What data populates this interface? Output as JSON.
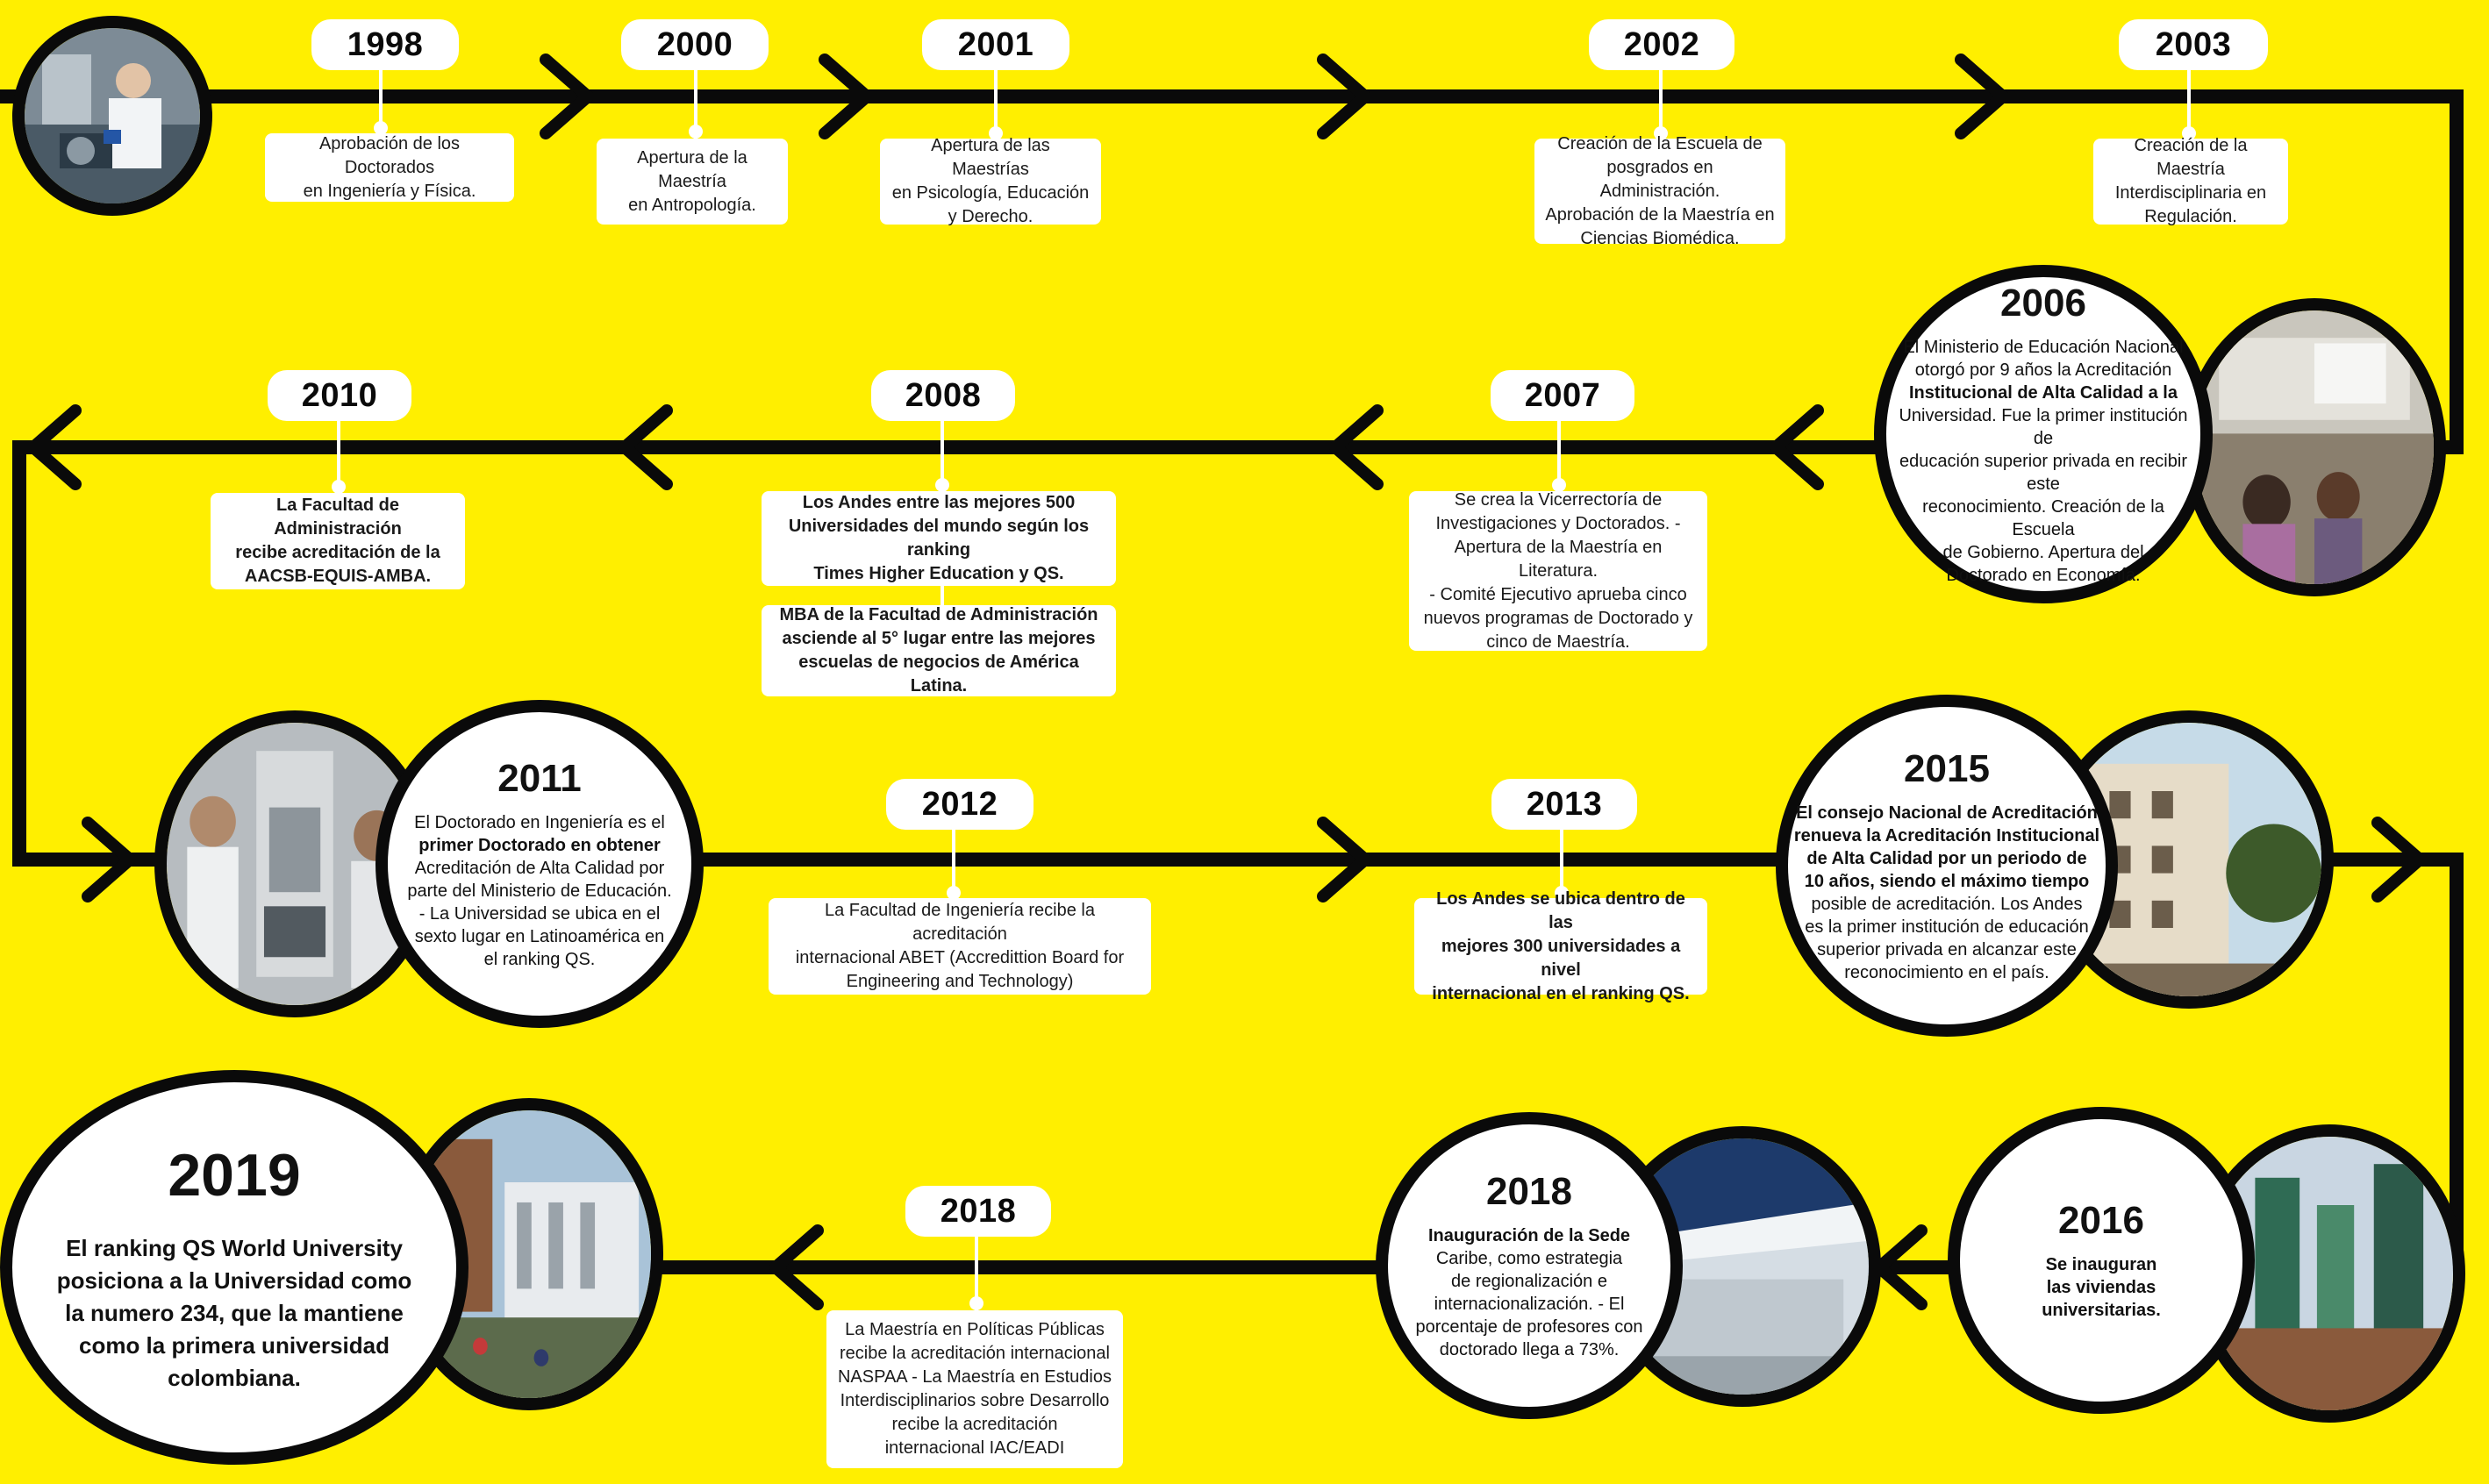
{
  "colors": {
    "background": "#ffef00",
    "line": "#0a0a0a",
    "box": "#ffffff",
    "text": "#111111"
  },
  "row1": {
    "pills": [
      "1998",
      "2000",
      "2001",
      "2002",
      "2003"
    ],
    "boxes": [
      [
        "Aprobación de los Doctorados",
        "en Ingeniería y Física."
      ],
      [
        "Apertura de la",
        "Maestría",
        "en Antropología."
      ],
      [
        "Apertura de las Maestrías",
        "en Psicología, Educación",
        "y Derecho."
      ],
      [
        "Creación de la Escuela de",
        "posgrados en Administración.",
        "Aprobación de la Maestría en",
        "Ciencias Biomédica."
      ],
      [
        "Creación de la Maestría",
        "Interdisciplinaria en",
        "Regulación."
      ]
    ]
  },
  "row2": {
    "pills": [
      "2010",
      "2008",
      "2007"
    ],
    "box_2010": [
      "La Facultad de Administración",
      "recibe acreditación de la",
      "AACSB-EQUIS-AMBA."
    ],
    "box_2008a": [
      "Los Andes entre las mejores 500",
      "Universidades del mundo según los ranking",
      "Times Higher Education y QS."
    ],
    "box_2008b": [
      "MBA de la Facultad de Administración",
      "asciende al 5° lugar entre las mejores",
      "escuelas de negocios de América Latina."
    ],
    "box_2007": [
      "Se crea la Vicerrectoría de",
      "Investigaciones y Doctorados. -",
      "Apertura de la Maestría en Literatura.",
      "- Comité Ejecutivo aprueba cinco",
      "nuevos programas de Doctorado y",
      "cinco de Maestría."
    ],
    "circle_2006": {
      "year": "2006",
      "lines": [
        {
          "text": "El Ministerio de Educación Nacional",
          "bold": false
        },
        {
          "text": "otorgó por 9 años la Acreditación",
          "bold": false
        },
        {
          "text": "Institucional de Alta Calidad a la",
          "bold": true
        },
        {
          "text": "Universidad. Fue la primer institución de",
          "bold": false
        },
        {
          "text": "educación superior privada en recibir este",
          "bold": false
        },
        {
          "text": "reconocimiento. Creación de la Escuela",
          "bold": false
        },
        {
          "text": "de Gobierno.  Apertura del",
          "bold": false
        },
        {
          "text": "Doctorado en Economía.",
          "bold": false
        }
      ]
    }
  },
  "row3": {
    "pills": [
      "2012",
      "2013"
    ],
    "box_2012": [
      "La Facultad de Ingeniería recibe la acreditación",
      "internacional ABET (Accredittion Board for",
      "Engineering and Technology)"
    ],
    "box_2013": [
      "Los Andes se ubica dentro de las",
      "mejores 300 universidades a nivel",
      "internacional en el ranking QS."
    ],
    "circle_2011": {
      "year": "2011",
      "lines": [
        {
          "text": "El Doctorado en Ingeniería es el",
          "bold": false
        },
        {
          "text": "primer Doctorado en obtener",
          "bold": true
        },
        {
          "text": "Acreditación de Alta Calidad por",
          "bold": false
        },
        {
          "text": "parte del Ministerio de Educación.",
          "bold": false
        },
        {
          "text": "- La Universidad se ubica en el",
          "bold": false
        },
        {
          "text": "sexto lugar en Latinoamérica en",
          "bold": false
        },
        {
          "text": "el ranking QS.",
          "bold": false
        }
      ]
    },
    "circle_2015": {
      "year": "2015",
      "lines": [
        {
          "text": "El consejo Nacional de Acreditación",
          "bold": true
        },
        {
          "text": "renueva la Acreditación Institucional",
          "bold": true
        },
        {
          "text": "de Alta Calidad por un periodo de",
          "bold": true
        },
        {
          "text": "10 años, siendo el máximo tiempo",
          "bold": true
        },
        {
          "text": "posible de acreditación. Los Andes",
          "bold": false
        },
        {
          "text": "es la primer institución de educación",
          "bold": false
        },
        {
          "text": "superior privada en alcanzar este",
          "bold": false
        },
        {
          "text": "reconocimiento en el país.",
          "bold": false
        }
      ]
    }
  },
  "row4": {
    "pill_2018": "2018",
    "box_2018": [
      "La Maestría en Políticas Públicas",
      "recibe la acreditación internacional",
      "NASPAA - La Maestría en Estudios",
      "Interdisciplinarios sobre Desarrollo",
      "recibe la acreditación",
      "internacional IAC/EADI"
    ],
    "circle_2019": {
      "year": "2019",
      "lines": [
        "El ranking QS World University",
        "posiciona a la Universidad como",
        "la numero 234, que la mantiene",
        "como la primera universidad",
        "colombiana."
      ]
    },
    "circle_2018": {
      "year": "2018",
      "lines": [
        {
          "text": "Inauguración de la Sede",
          "bold": true
        },
        {
          "text": "Caribe, como estrategia",
          "bold": false
        },
        {
          "text": "de regionalización e",
          "bold": false
        },
        {
          "text": "internacionalización. - El",
          "bold": false
        },
        {
          "text": "porcentaje de profesores con",
          "bold": false
        },
        {
          "text": "doctorado llega a 73%.",
          "bold": false
        }
      ]
    },
    "circle_2016": {
      "year": "2016",
      "lines": [
        "Se inauguran",
        "las viviendas",
        "universitarias."
      ]
    }
  }
}
